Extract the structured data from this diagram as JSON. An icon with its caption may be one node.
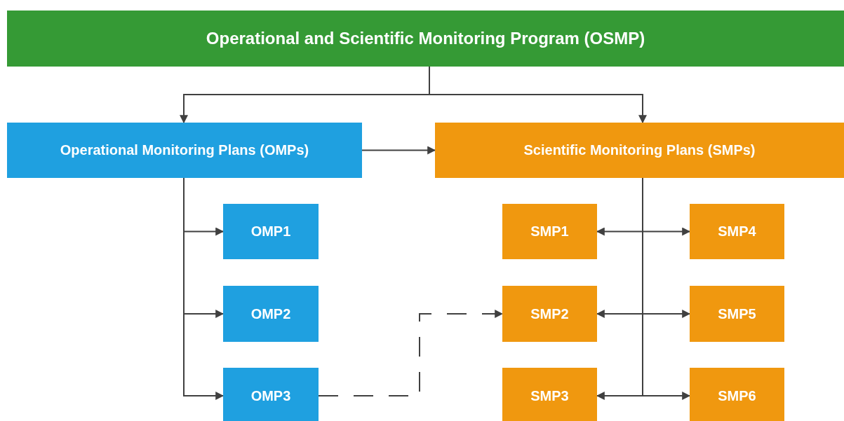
{
  "diagram": {
    "nodes": [
      {
        "text": [
          "Operational and Scientific Monitoring Program (OSMP)"
        ]
      },
      {
        "text": [
          "Operational Monitoring Plans (OMPs)"
        ]
      },
      {
        "text": [
          "Scientific Monitoring Plans (SMPs)"
        ]
      },
      {
        "text": [
          "OMP1"
        ]
      },
      {
        "text": [
          "OMP2"
        ]
      },
      {
        "text": [
          "OMP3"
        ]
      },
      {
        "text": [
          "SMP1"
        ]
      },
      {
        "text": [
          "SMP4"
        ]
      },
      {
        "text": [
          "SMP2"
        ]
      },
      {
        "text": [
          "SMP5"
        ]
      },
      {
        "text": [
          "SMP3"
        ]
      },
      {
        "text": [
          "SMP6"
        ]
      }
    ],
    "edges": [
      {
        "from": 0,
        "to": 1,
        "arrow": "to"
      },
      {
        "from": 0,
        "to": 2,
        "arrow": "to"
      },
      {
        "from": 1,
        "to": 2,
        "arrow": "to"
      },
      {
        "from": 1,
        "to": 3,
        "arrow": "to"
      },
      {
        "from": 1,
        "to": 4,
        "arrow": "to"
      },
      {
        "from": 1,
        "to": 5,
        "arrow": "to"
      },
      {
        "from": 2,
        "to": 6,
        "arrow": "to"
      },
      {
        "from": 2,
        "to": 7,
        "arrow": "to"
      },
      {
        "from": 2,
        "to": 8,
        "arrow": "to"
      },
      {
        "from": 2,
        "to": 9,
        "arrow": "to"
      },
      {
        "from": 2,
        "to": 10,
        "arrow": "to"
      },
      {
        "from": 2,
        "to": 11,
        "arrow": "to"
      },
      {
        "from": 5,
        "to": 8,
        "arrow": "to",
        "style": "dashed"
      }
    ]
  }
}
